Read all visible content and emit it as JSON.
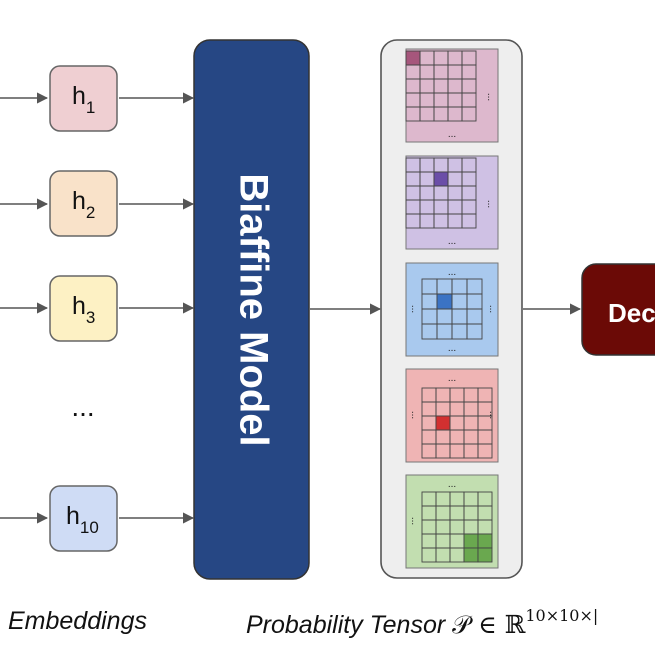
{
  "hidden_states": [
    {
      "base": "h",
      "sub": "1",
      "fill": "#efcfd2"
    },
    {
      "base": "h",
      "sub": "2",
      "fill": "#f9e2c9"
    },
    {
      "base": "h",
      "sub": "3",
      "fill": "#fdf1c4"
    },
    {
      "base": "h",
      "sub": "10",
      "fill": "#cfdcf5"
    }
  ],
  "ellipsis": "...",
  "model": {
    "label": "Biaffine Model",
    "fill": "#264784"
  },
  "tensor": {
    "slices": [
      {
        "bg": "#ddb8cd",
        "highlight": "#a6567c"
      },
      {
        "bg": "#cfc1e4",
        "highlight": "#6b4ea8"
      },
      {
        "bg": "#a9c9ee",
        "highlight": "#3b73c4"
      },
      {
        "bg": "#efb4b4",
        "highlight": "#d23030"
      },
      {
        "bg": "#c2deb0",
        "highlight": "#6aa84f"
      }
    ],
    "dots": "..."
  },
  "decoder": {
    "label": "Dec",
    "fill": "#6b0a06"
  },
  "captions": {
    "embeddings": "Embeddings",
    "tensor_prefix": "Probability Tensor",
    "tensor_symbol": "𝒫 ∈ ℝ",
    "tensor_exponent": "10×10×|"
  }
}
